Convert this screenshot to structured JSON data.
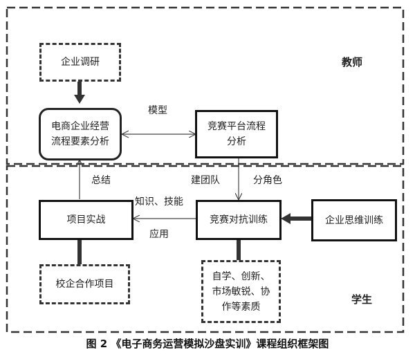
{
  "zones": {
    "teacher": "教师",
    "student": "学生"
  },
  "nodes": {
    "enterprise_research": "企业调研",
    "element_analysis": [
      "电商企业经营",
      "流程要素分析"
    ],
    "platform_analysis": [
      "竞赛平台流程",
      "分析"
    ],
    "project_practice": "项目实战",
    "competition_training": "竞赛对抗训练",
    "thinking_training": "企业思维训练",
    "school_project": "校企合作项目",
    "qualities": [
      "自学、创新、",
      "市场敏锐、协",
      "作等素质"
    ]
  },
  "edge_labels": {
    "model": "模型",
    "summary": "总结",
    "team": "建团队",
    "roles": "分角色",
    "knowledge": "知识、技能",
    "apply": "应用"
  },
  "caption": "图 2 《电子商务运营模拟沙盘实训》课程组织框架图",
  "colors": {
    "border": "#222222",
    "arrow": "#444444",
    "heavy_arrow": "#333333"
  }
}
